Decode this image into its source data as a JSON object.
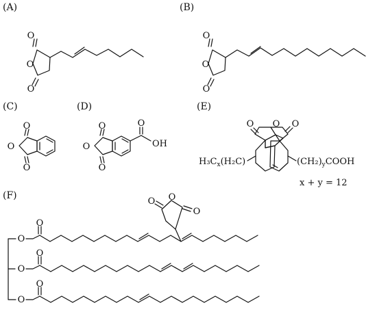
{
  "figure": {
    "panels": {
      "a": {
        "label": "(A)"
      },
      "b": {
        "label": "(B)"
      },
      "c": {
        "label": "(C)"
      },
      "d": {
        "label": "(D)",
        "oh": "OH"
      },
      "e": {
        "label": "(E)",
        "left": {
          "h3c": "H₃C",
          "x": "x",
          "h2c": "(H₂C)"
        },
        "right": {
          "ch2": "(CH₂)",
          "y": "y",
          "cooh": "COOH"
        },
        "eq": "x + y = 12"
      },
      "f": {
        "label": "(F)"
      }
    },
    "atom_o": "O"
  }
}
